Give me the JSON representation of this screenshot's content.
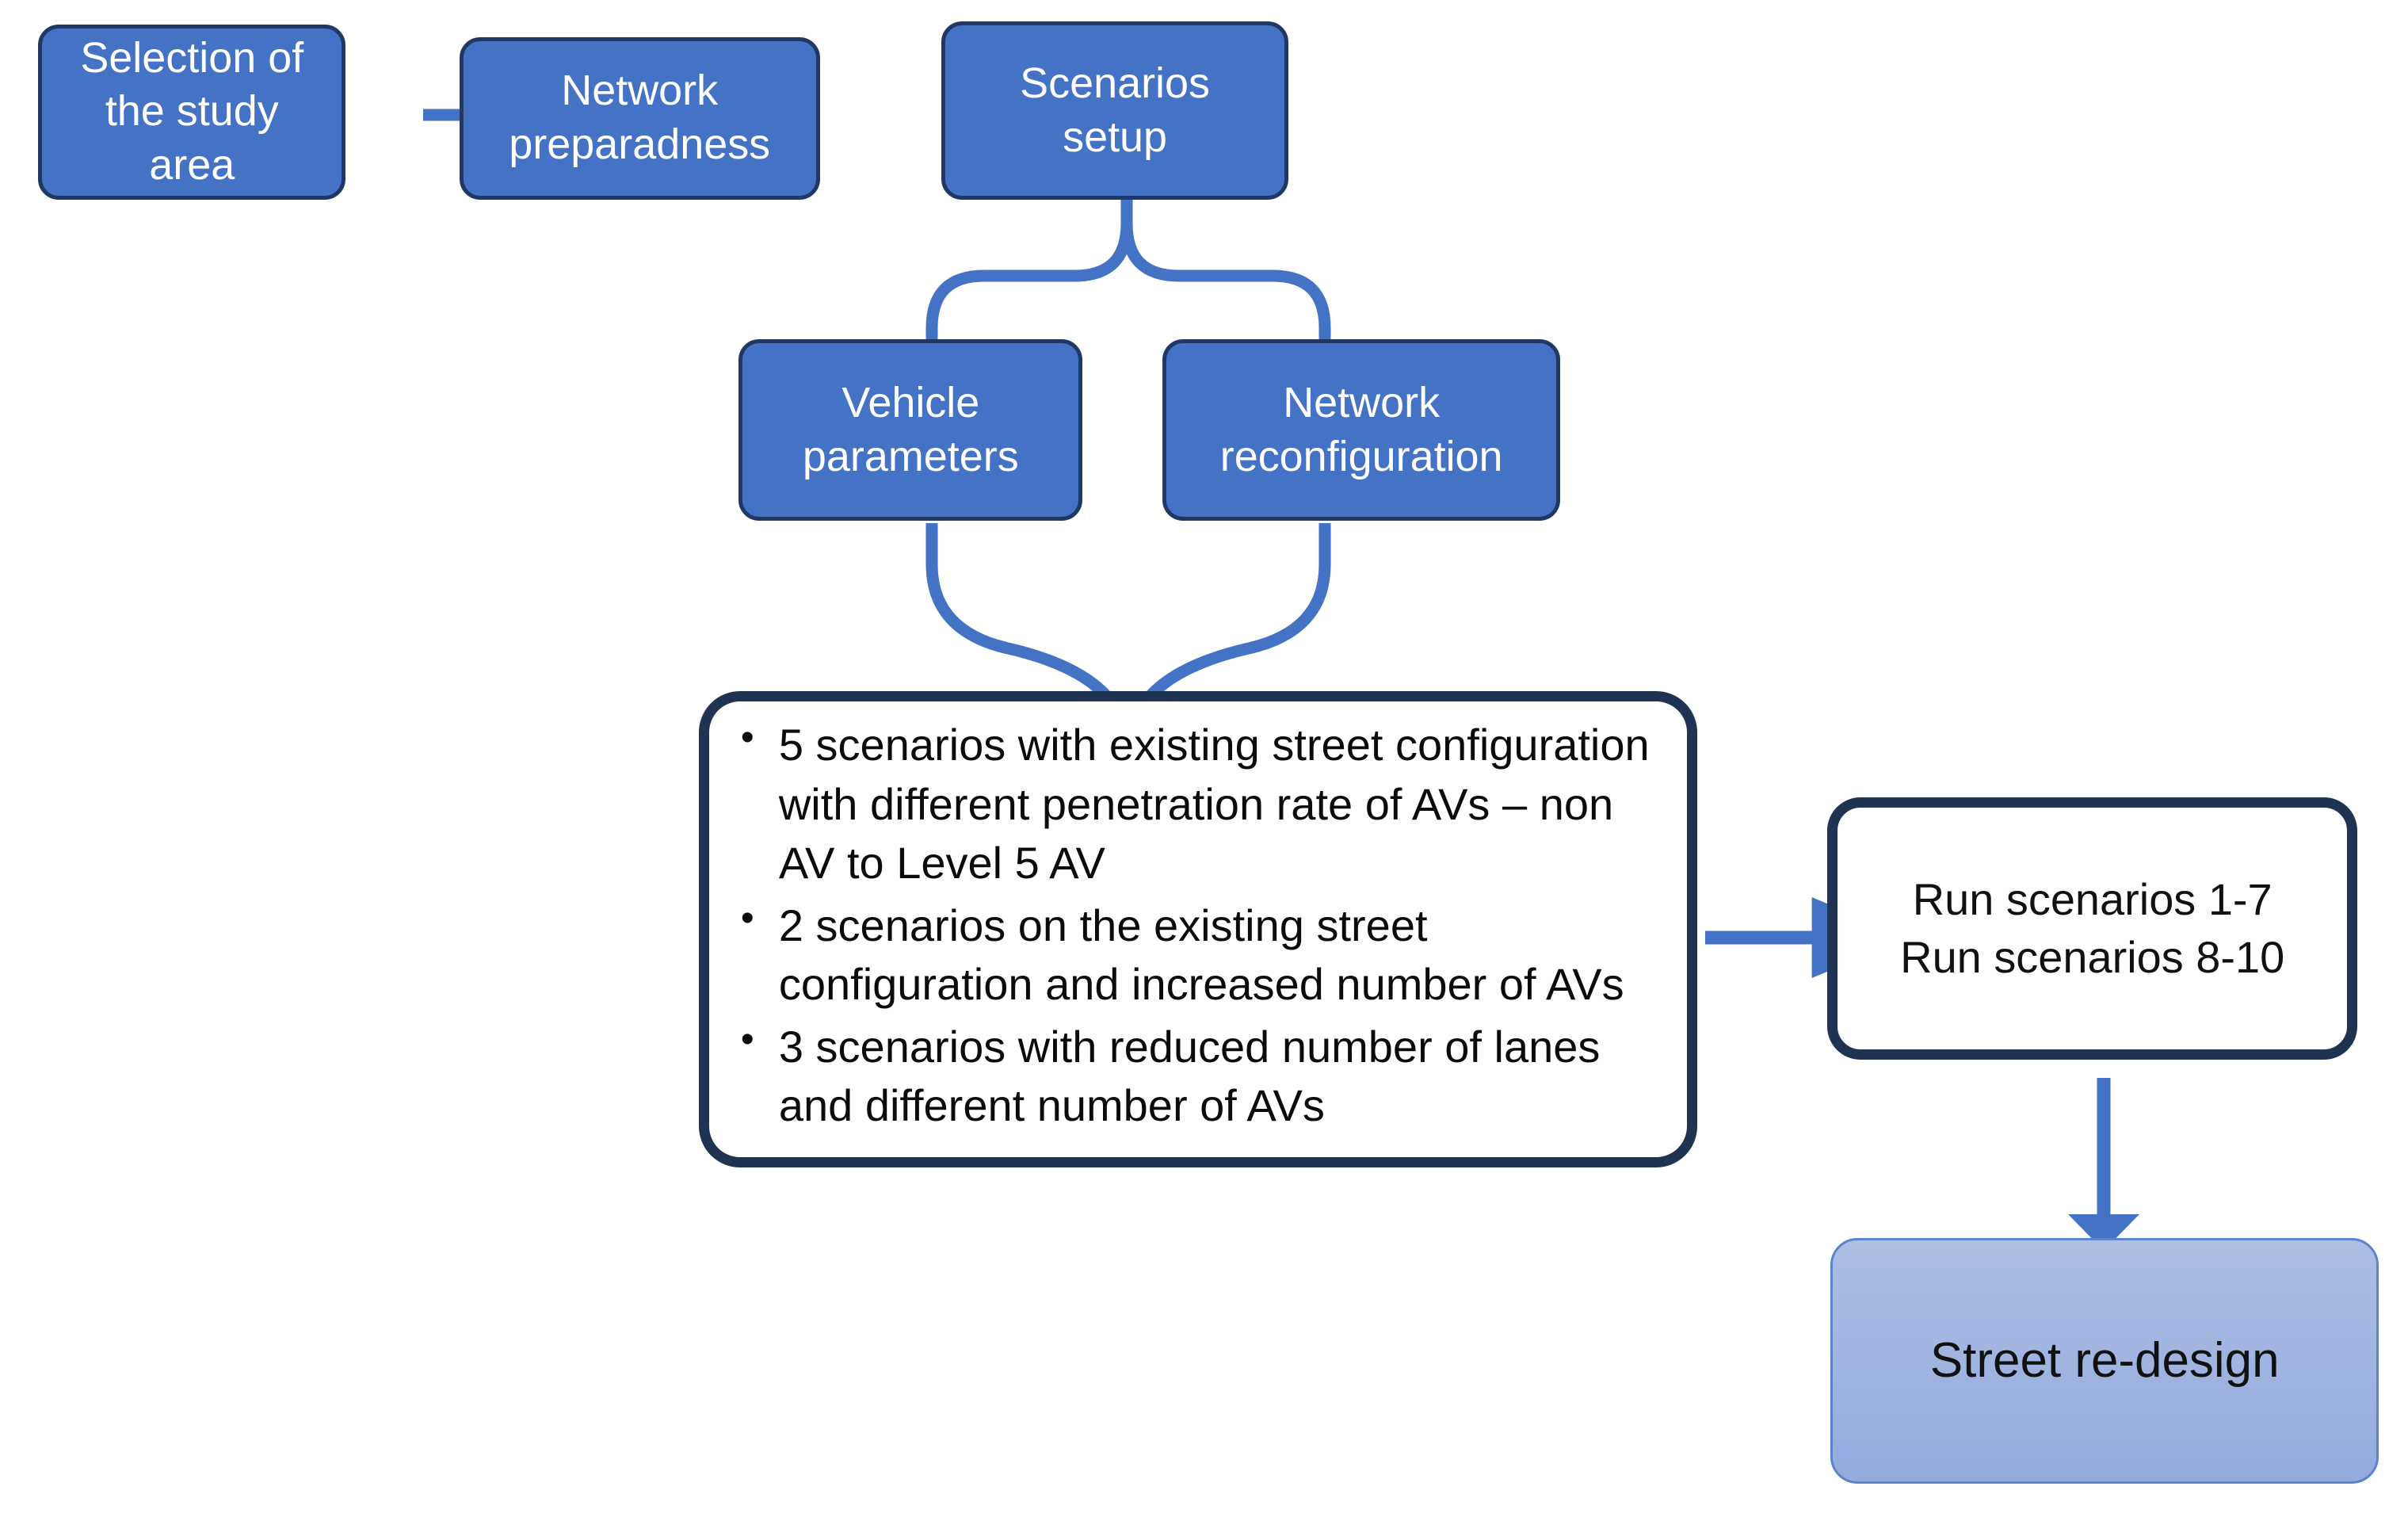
{
  "diagram": {
    "title": "Autonomous vehicle scenario simulation workflow",
    "colors": {
      "process_fill": "#4472C4",
      "process_border": "#1F3864",
      "outline_border": "#1F3352",
      "terminal_fill_top": "#AEBEE4",
      "terminal_fill_bottom": "#93AADD",
      "terminal_border": "#5B84CB",
      "connector": "#4472C4",
      "text_on_blue": "#FFFFFF",
      "text_on_white": "#0B0B0B"
    },
    "nodes": {
      "study_area": {
        "label": "Selection of\nthe study\narea"
      },
      "network_preparedness": {
        "label": "Network\npreparadness"
      },
      "scenarios_setup": {
        "label": "Scenarios\nsetup"
      },
      "vehicle_parameters": {
        "label": "Vehicle\nparameters"
      },
      "network_reconfiguration": {
        "label": "Network\nreconfiguration"
      },
      "scenario_list": {
        "bullets": [
          "5 scenarios with existing street configuration with different penetration rate of AVs – non AV to Level 5 AV",
          "2 scenarios on the existing street configuration and increased number of AVs",
          "3 scenarios with reduced number of lanes and different number of AVs"
        ]
      },
      "run_scenarios": {
        "label": "Run scenarios 1-7\nRun scenarios 8-10"
      },
      "street_redesign": {
        "label": "Street re-design"
      }
    },
    "edges": [
      {
        "from": "study_area",
        "to": "network_preparedness",
        "type": "arrow-right"
      },
      {
        "from": "network_preparedness",
        "to": "scenarios_setup",
        "type": "arrow-right"
      },
      {
        "from": "scenarios_setup",
        "to": "vehicle_parameters",
        "type": "split-curve"
      },
      {
        "from": "scenarios_setup",
        "to": "network_reconfiguration",
        "type": "split-curve"
      },
      {
        "from": "vehicle_parameters",
        "to": "scenario_list",
        "type": "merge-curve"
      },
      {
        "from": "network_reconfiguration",
        "to": "scenario_list",
        "type": "merge-curve"
      },
      {
        "from": "scenario_list",
        "to": "run_scenarios",
        "type": "arrow-right"
      },
      {
        "from": "run_scenarios",
        "to": "street_redesign",
        "type": "arrow-down"
      }
    ]
  }
}
